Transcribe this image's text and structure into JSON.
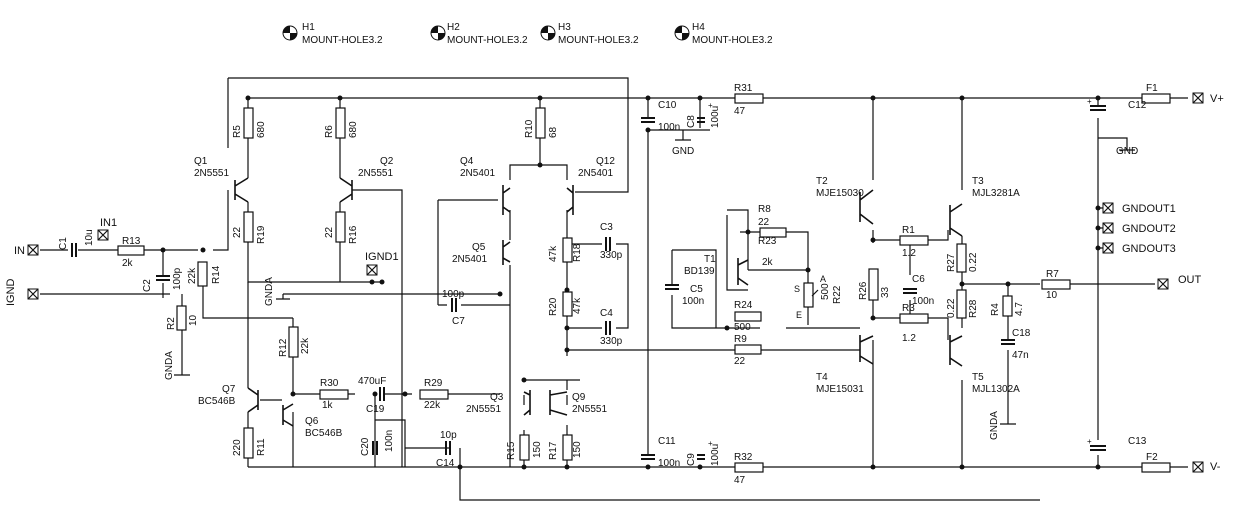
{
  "mount_holes": [
    {
      "ref": "H1",
      "value": "MOUNT-HOLE3.2"
    },
    {
      "ref": "H2",
      "value": "MOUNT-HOLE3.2"
    },
    {
      "ref": "H3",
      "value": "MOUNT-HOLE3.2"
    },
    {
      "ref": "H4",
      "value": "MOUNT-HOLE3.2"
    }
  ],
  "ports": {
    "in": "IN",
    "in1": "IN1",
    "igndin": "IGND",
    "ignd1": "IGND1",
    "out": "OUT",
    "vplus": "V+",
    "vminus": "V-",
    "gndout1": "GNDOUT1",
    "gndout2": "GNDOUT2",
    "gndout3": "GNDOUT3"
  },
  "grounds": {
    "gnd": "GND",
    "gnda": "GNDA"
  },
  "transistors": {
    "q1": {
      "ref": "Q1",
      "part": "2N5551"
    },
    "q2": {
      "ref": "Q2",
      "part": "2N5551"
    },
    "q4": {
      "ref": "Q4",
      "part": "2N5401"
    },
    "q12": {
      "ref": "Q12",
      "part": "2N5401"
    },
    "q5": {
      "ref": "Q5",
      "part": "2N5401"
    },
    "q7": {
      "ref": "Q7",
      "part": "BC546B"
    },
    "q6": {
      "ref": "Q6",
      "part": "BC546B"
    },
    "q3": {
      "ref": "Q3",
      "part": "2N5551"
    },
    "q9": {
      "ref": "Q9",
      "part": "2N5551"
    },
    "t1": {
      "ref": "T1",
      "part": "BD139"
    },
    "t2": {
      "ref": "T2",
      "part": "MJE15030"
    },
    "t3": {
      "ref": "T3",
      "part": "MJL3281A"
    },
    "t4": {
      "ref": "T4",
      "part": "MJE15031"
    },
    "t5": {
      "ref": "T5",
      "part": "MJL1302A"
    }
  },
  "resistors": {
    "r5": {
      "ref": "R5",
      "value": "680"
    },
    "r6": {
      "ref": "R6",
      "value": "680"
    },
    "r10": {
      "ref": "R10",
      "value": "68"
    },
    "r31": {
      "ref": "R31",
      "value": "47"
    },
    "r32": {
      "ref": "R32",
      "value": "47"
    },
    "r19": {
      "ref": "R19",
      "value": "22"
    },
    "r16": {
      "ref": "R16",
      "value": "22"
    },
    "r13": {
      "ref": "R13",
      "value": "2k"
    },
    "r14": {
      "ref": "R14",
      "value": "22k"
    },
    "r2": {
      "ref": "R2",
      "value": "10"
    },
    "r12": {
      "ref": "R12",
      "value": "22k"
    },
    "r30": {
      "ref": "R30",
      "value": "1k"
    },
    "r29": {
      "ref": "R29",
      "value": "22k"
    },
    "r11": {
      "ref": "R11",
      "value": "220"
    },
    "r18": {
      "ref": "R18",
      "value": "47k"
    },
    "r20": {
      "ref": "R20",
      "value": "47k"
    },
    "r15": {
      "ref": "R15",
      "value": "150"
    },
    "r17": {
      "ref": "R17",
      "value": "150"
    },
    "r8": {
      "ref": "R8",
      "value": "22"
    },
    "r23": {
      "ref": "R23",
      "value": "2k"
    },
    "r24": {
      "ref": "R24",
      "value": "500"
    },
    "r9": {
      "ref": "R9",
      "value": "22"
    },
    "r22": {
      "ref": "R22",
      "value": "500"
    },
    "r26": {
      "ref": "R26",
      "value": "33"
    },
    "r1": {
      "ref": "R1",
      "value": "1.2"
    },
    "r3": {
      "ref": "R3",
      "value": "1.2"
    },
    "r27": {
      "ref": "R27",
      "value": "0.22"
    },
    "r28": {
      "ref": "R28",
      "value": "0.22"
    },
    "r7": {
      "ref": "R7",
      "value": "10"
    },
    "r4": {
      "ref": "R4",
      "value": "4.7"
    }
  },
  "capacitors": {
    "c1": {
      "ref": "C1",
      "value": "10u"
    },
    "c2": {
      "ref": "C2",
      "value": "100p"
    },
    "c10": {
      "ref": "C10",
      "value": "100n"
    },
    "c8": {
      "ref": "C8",
      "value": "100u"
    },
    "c11": {
      "ref": "C11",
      "value": "100n"
    },
    "c9": {
      "ref": "C9",
      "value": "100u"
    },
    "c3": {
      "ref": "C3",
      "value": "330p"
    },
    "c4": {
      "ref": "C4",
      "value": "330p"
    },
    "c7": {
      "ref": "C7",
      "value": "100p"
    },
    "c19": {
      "ref": "C19",
      "value": "470uF"
    },
    "c20": {
      "ref": "C20",
      "value": "100n"
    },
    "c14": {
      "ref": "C14",
      "value": "10p"
    },
    "c5": {
      "ref": "C5",
      "value": "100n"
    },
    "c6": {
      "ref": "C6",
      "value": "100n"
    },
    "c12": {
      "ref": "C12"
    },
    "c13": {
      "ref": "C13"
    },
    "c18": {
      "ref": "C18",
      "value": "47n"
    }
  },
  "fuses": {
    "f1": "F1",
    "f2": "F2"
  },
  "pot_pins": {
    "s": "S",
    "a": "A",
    "e": "E"
  }
}
